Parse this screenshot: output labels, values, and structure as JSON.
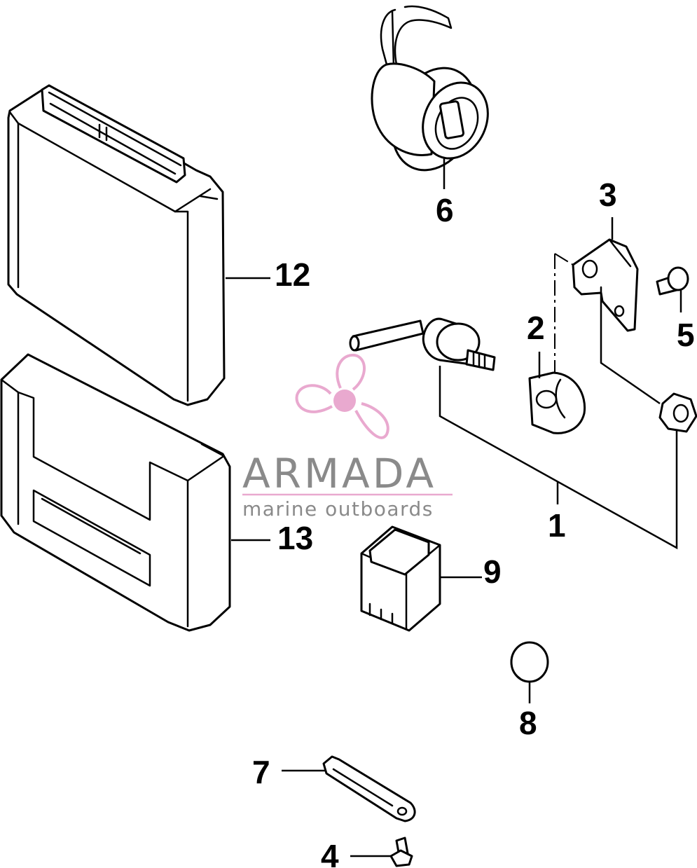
{
  "parts": [
    {
      "id": "1",
      "label": "1"
    },
    {
      "id": "2",
      "label": "2"
    },
    {
      "id": "3",
      "label": "3"
    },
    {
      "id": "4",
      "label": "4"
    },
    {
      "id": "5",
      "label": "5"
    },
    {
      "id": "6",
      "label": "6"
    },
    {
      "id": "7",
      "label": "7"
    },
    {
      "id": "8",
      "label": "8"
    },
    {
      "id": "9",
      "label": "9"
    },
    {
      "id": "12",
      "label": "12"
    },
    {
      "id": "13",
      "label": "13"
    }
  ],
  "watermark": {
    "title": "ARMADA",
    "subtitle": "marine outboards",
    "colors": {
      "text": "#8a8a8a",
      "logo": "#e9a9cf",
      "line": "#e9a9cf"
    },
    "icon": "propeller-icon"
  },
  "colors": {
    "line": "#000000",
    "background": "#ffffff"
  }
}
